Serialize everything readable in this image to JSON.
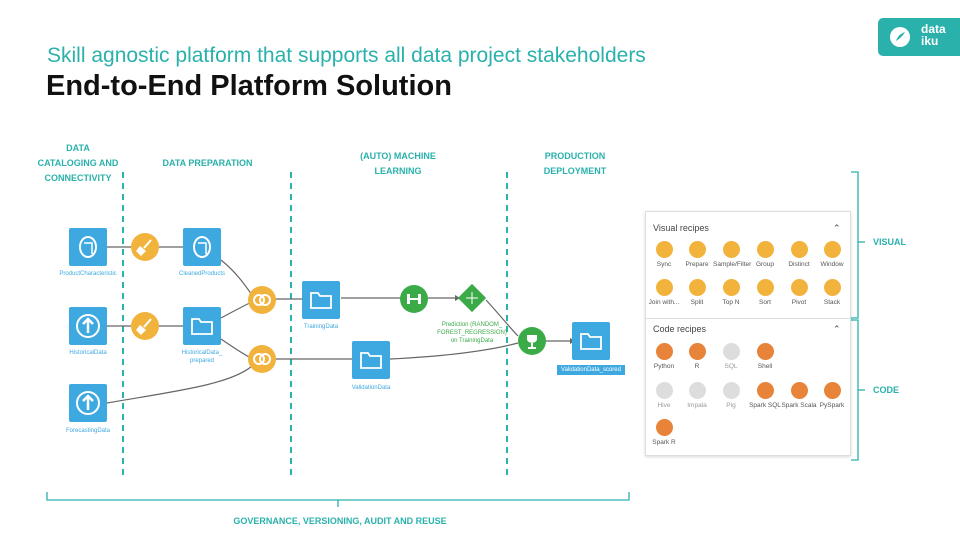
{
  "header": {
    "subtitle": "Skill agnostic platform that supports all data project stakeholders",
    "title": "End-to-End Platform Solution"
  },
  "logo": {
    "line1": "data",
    "line2": "iku"
  },
  "stages": [
    {
      "line1": "DATA",
      "line2": "CATALOGING AND",
      "line3": "CONNECTIVITY"
    },
    {
      "line1": "DATA PREPARATION"
    },
    {
      "line1": "(AUTO) MACHINE",
      "line2": "LEARNING"
    },
    {
      "line1": "PRODUCTION",
      "line2": "DEPLOYMENT"
    }
  ],
  "nodes": {
    "product_characteristic": "ProductCharacteristic",
    "cleaned_products": "CleanedProducts",
    "historical_data": "HistoricalData",
    "historical_prepared_1": "HistoricalData_",
    "historical_prepared_2": "prepared",
    "forecasting_data": "ForecastingData",
    "training_data": "TrainingData",
    "validation_data": "ValidationData",
    "prediction_1": "Prediction (RANDOM_",
    "prediction_2": "FOREST_REGRESSION)",
    "prediction_3": "on TrainingData",
    "validation_scored": "ValidationData_scored"
  },
  "panel": {
    "visual_heading": "Visual recipes",
    "code_heading": "Code recipes",
    "visual_recipes": [
      "Sync",
      "Prepare",
      "Sample/Filter",
      "Group",
      "Distinct",
      "Window",
      "Join with...",
      "Split",
      "Top N",
      "Sort",
      "Pivot",
      "Stack"
    ],
    "code_recipes": [
      "Python",
      "R",
      "SQL",
      "Shell",
      "Hive",
      "Impala",
      "Pig",
      "Spark SQL",
      "Spark Scala",
      "PySpark",
      "Spark R"
    ]
  },
  "side_labels": {
    "visual": "VISUAL",
    "code": "CODE"
  },
  "footer": "GOVERNANCE, VERSIONING, AUDIT AND REUSE",
  "colors": {
    "teal": "#2ab1ac",
    "dataset_blue": "#3ea8e0",
    "recipe_orange": "#f2b33d",
    "ml_green": "#3bab48",
    "code_orange": "#e8833a"
  }
}
